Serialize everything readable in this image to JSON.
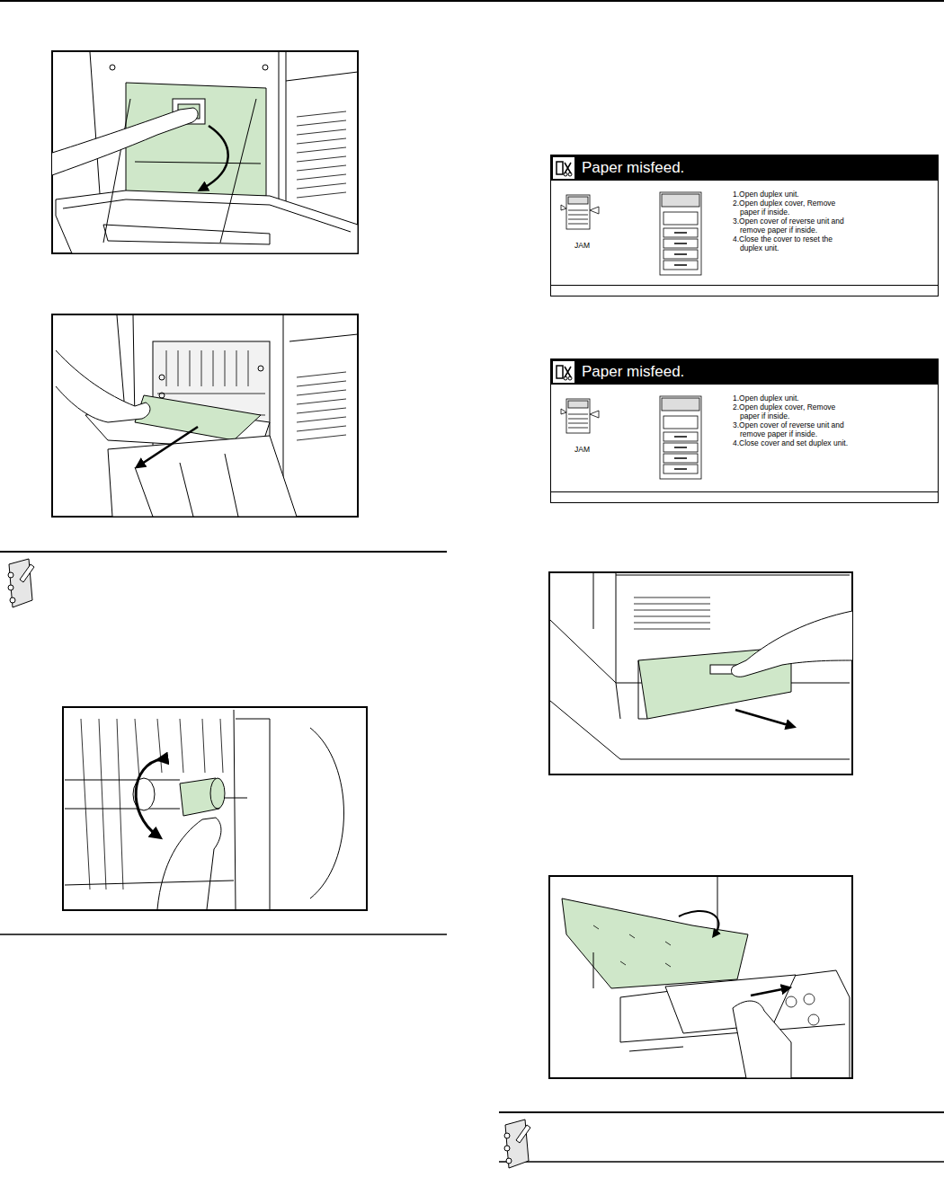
{
  "diagram": {
    "nodes": [
      {
        "text": [
          "Paper misfeed.",
          "JAM",
          "1.Open duplex unit.",
          "2.Open duplex cover, Remove paper if inside.",
          "3.Open cover of reverse unit and remove paper if inside.",
          "4.Close the cover to reset the duplex unit."
        ]
      },
      {
        "text": [
          "Paper misfeed.",
          "JAM",
          "1.Open duplex unit.",
          "2.Open duplex cover, Remove paper if inside.",
          "3.Open cover of reverse unit and remove paper if inside.",
          "4.Close cover and set duplex unit."
        ]
      }
    ]
  }
}
